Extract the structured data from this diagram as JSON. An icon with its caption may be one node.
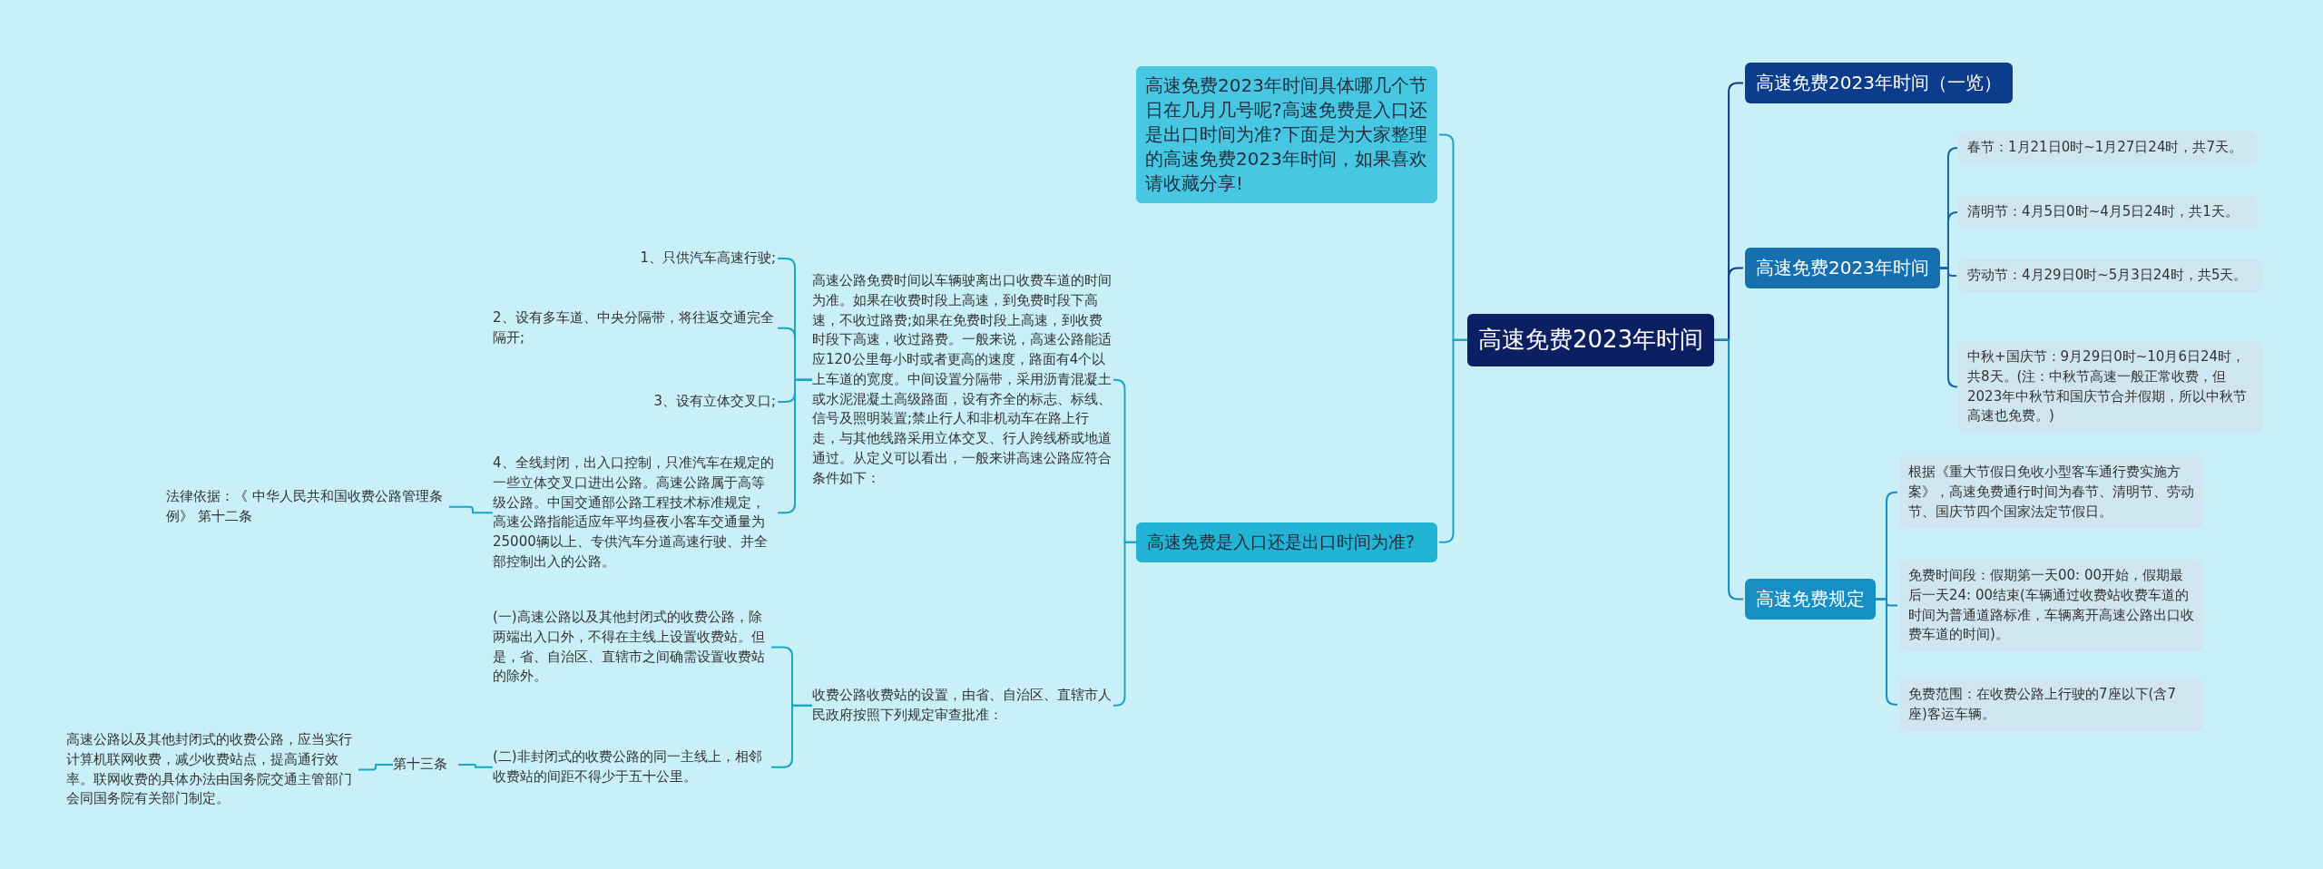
{
  "diagram": {
    "nodes": [
      {
        "text": [
          "高速免费2023年时间"
        ]
      },
      {
        "text": [
          "高速免费2023年时间（一览）"
        ]
      },
      {
        "text": [
          "高速免费2023年时间"
        ]
      },
      {
        "text": [
          "春节：1月21日0时~1月27日24时，共7天。"
        ]
      },
      {
        "text": [
          "清明节：4月5日0时~4月5日24时，共1天。"
        ]
      },
      {
        "text": [
          "劳动节：4月29日0时~5月3日24时，共5天。"
        ]
      },
      {
        "text": [
          "中秋+国庆节：9月29日0时~10月6日24时，共8天。(注：中秋节高速一般正常收费，但2023年中秋节和国庆节合并假期，所以中秋节高速也免费。)"
        ]
      },
      {
        "text": [
          "高速免费规定"
        ]
      },
      {
        "text": [
          "根据《重大节假日免收小型客车通行费实施方案》，高速免费通行时间为春节、清明节、劳动节、国庆节四个国家法定节假日。"
        ]
      },
      {
        "text": [
          "免费时间段：假期第一天00: 00开始，假期最后一天24: 00结束(车辆通过收费站收费车道的时间为普通道路标准，车辆离开高速公路出口收费车道的时间)。"
        ]
      },
      {
        "text": [
          "免费范围：在收费公路上行驶的7座以下(含7座)客运车辆。"
        ]
      },
      {
        "text": [
          "高速免费2023年时间具体哪几个节日在几月几号呢?高速免费是入口还是出口时间为准?下面是为大家整理的高速免费2023年时间，如果喜欢请收藏分享!"
        ]
      },
      {
        "text": [
          "高速免费是入口还是出口时间为准?"
        ]
      },
      {
        "text": [
          "高速公路免费时间以车辆驶离出口收费车道的时间为准。如果在收费时段上高速，到免费时段下高速，不收过路费;如果在免费时段上高速，到收费时段下高速，收过路费。一般来说，高速公路能适应120公里每小时或者更高的速度，路面有4个以上车道的宽度。中间设置分隔带，采用沥青混凝土或水泥混凝土高级路面，设有齐全的标志、标线、信号及照明装置;禁止行人和非机动车在路上行走，与其他线路采用立体交叉、行人跨线桥或地道通过。从定义可以看出，一般来讲高速公路应符合条件如下："
        ]
      },
      {
        "text": [
          "收费公路收费站的设置，由省、自治区、直辖市人民政府按照下列规定审查批准："
        ]
      },
      {
        "text": [
          "1、只供汽车高速行驶;"
        ]
      },
      {
        "text": [
          "2、设有多车道、中央分隔带，将往返交通完全隔开;"
        ]
      },
      {
        "text": [
          "3、设有立体交叉口;"
        ]
      },
      {
        "text": [
          "4、全线封闭，出入口控制，只准汽车在规定的一些立体交叉口进出公路。高速公路属于高等级公路。中国交通部公路工程技术标准规定，高速公路指能适应年平均昼夜小客车交通量为25000辆以上、专供汽车分道高速行驶、并全部控制出入的公路。"
        ]
      },
      {
        "text": [
          "法律依据：《 中华人民共和国收费公路管理条例》 第十二条"
        ]
      },
      {
        "text": [
          "(一)高速公路以及其他封闭式的收费公路，除两端出入口外，不得在主线上设置收费站。但是，省、自治区、直辖市之间确需设置收费站的除外。"
        ]
      },
      {
        "text": [
          "(二)非封闭式的收费公路的同一主线上，相邻收费站的间距不得少于五十公里。"
        ]
      },
      {
        "text": [
          "第十三条"
        ]
      },
      {
        "text": [
          "高速公路以及其他封闭式的收费公路，应当实行计算机联网收费，减少收费站点，提高通行效率。联网收费的具体办法由国务院交通主管部门会同国务院有关部门制定。"
        ]
      }
    ],
    "edges": [
      {
        "from": 0,
        "to": 1,
        "arrow": "none",
        "color": "#0e3d8a"
      },
      {
        "from": 0,
        "to": 2,
        "arrow": "none",
        "color": "#0e3d8a"
      },
      {
        "from": 2,
        "to": 3,
        "arrow": "none",
        "color": "#1565a8"
      },
      {
        "from": 2,
        "to": 4,
        "arrow": "none",
        "color": "#1565a8"
      },
      {
        "from": 2,
        "to": 5,
        "arrow": "none",
        "color": "#1565a8"
      },
      {
        "from": 2,
        "to": 6,
        "arrow": "none",
        "color": "#1565a8"
      },
      {
        "from": 0,
        "to": 7,
        "arrow": "none",
        "color": "#1a8cc0"
      },
      {
        "from": 7,
        "to": 8,
        "arrow": "none",
        "color": "#1a8cc0"
      },
      {
        "from": 7,
        "to": 9,
        "arrow": "none",
        "color": "#1a8cc0"
      },
      {
        "from": 7,
        "to": 10,
        "arrow": "none",
        "color": "#1a8cc0"
      },
      {
        "from": 0,
        "to": 11,
        "arrow": "none"
      },
      {
        "from": 0,
        "to": 12,
        "arrow": "none"
      },
      {
        "from": 12,
        "to": 13,
        "arrow": "none"
      },
      {
        "from": 12,
        "to": 14,
        "arrow": "none"
      },
      {
        "from": 13,
        "to": 15,
        "arrow": "none"
      },
      {
        "from": 13,
        "to": 16,
        "arrow": "none"
      },
      {
        "from": 13,
        "to": 17,
        "arrow": "none"
      },
      {
        "from": 13,
        "to": 18,
        "arrow": "none"
      },
      {
        "from": 18,
        "to": 19,
        "arrow": "none"
      },
      {
        "from": 14,
        "to": 20,
        "arrow": "none"
      },
      {
        "from": 14,
        "to": 21,
        "arrow": "none"
      },
      {
        "from": 21,
        "to": 22,
        "arrow": "none"
      },
      {
        "from": 22,
        "to": 23,
        "arrow": "none"
      }
    ]
  }
}
